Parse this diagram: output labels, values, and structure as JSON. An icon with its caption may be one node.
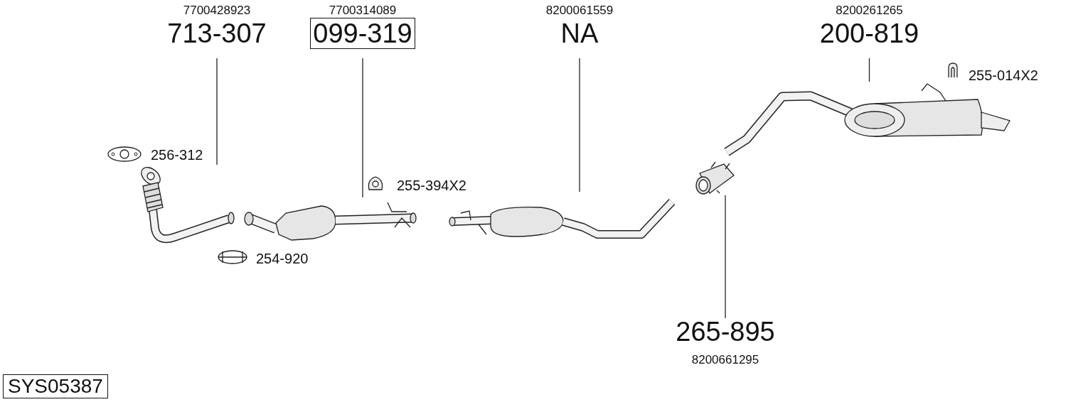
{
  "diagram": {
    "nodes": [
      {
        "text": [
          "7700428923",
          "713-307"
        ]
      },
      {
        "text": [],
        "shape": "picture"
      },
      {
        "text": [
          "7700314089",
          "099-319"
        ]
      },
      {
        "text": [],
        "shape": "picture"
      },
      {
        "text": [
          "8200061559",
          "NA"
        ]
      },
      {
        "text": [],
        "shape": "picture"
      },
      {
        "text": [
          "8200261265",
          "200-819"
        ]
      },
      {
        "text": [],
        "shape": "picture"
      },
      {
        "text": [
          "265-895",
          "8200661295"
        ]
      },
      {
        "text": [],
        "shape": "picture"
      }
    ],
    "edges": [
      {
        "from": 0,
        "to": 1,
        "arrow": "none"
      },
      {
        "from": 2,
        "to": 3,
        "arrow": "none"
      },
      {
        "from": 4,
        "to": 5,
        "arrow": "none"
      },
      {
        "from": 6,
        "to": 7,
        "arrow": "none"
      },
      {
        "from": 8,
        "to": 9,
        "arrow": "none"
      }
    ],
    "labels": [
      "255-014X2",
      "256-312",
      "255-394X2",
      "254-920",
      "SYS05387"
    ]
  }
}
